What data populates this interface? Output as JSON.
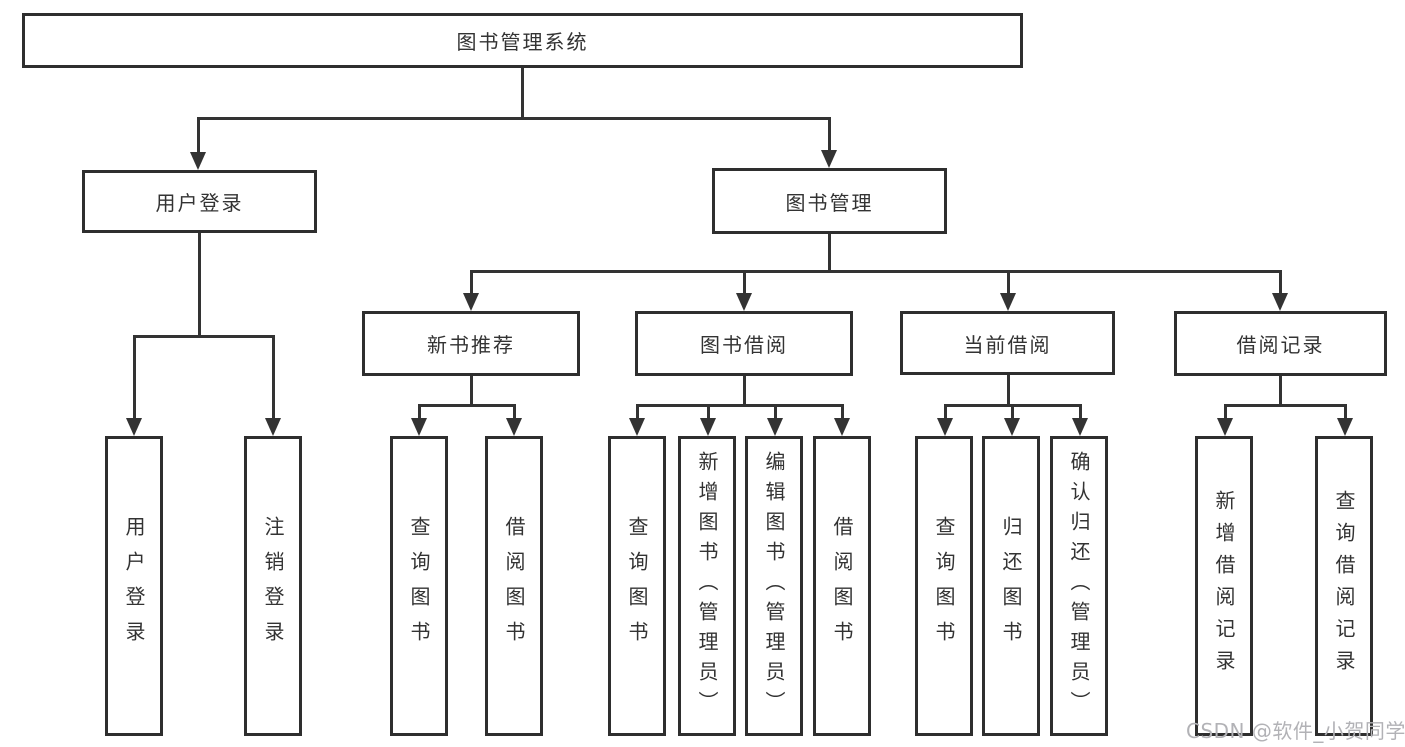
{
  "diagram": {
    "title": "图书管理系统",
    "branches": [
      {
        "label": "用户登录",
        "children": [
          "用户登录",
          "注销登录"
        ]
      },
      {
        "label": "图书管理",
        "sections": [
          {
            "label": "新书推荐",
            "children": [
              "查询图书",
              "借阅图书"
            ]
          },
          {
            "label": "图书借阅",
            "children": [
              "查询图书",
              "新增图书（管理员）",
              "编辑图书（管理员）",
              "借阅图书"
            ]
          },
          {
            "label": "当前借阅",
            "children": [
              "查询图书",
              "归还图书",
              "确认归还（管理员）"
            ]
          },
          {
            "label": "借阅记录",
            "children": [
              "新增借阅记录",
              "查询借阅记录"
            ]
          }
        ]
      }
    ]
  },
  "watermark": {
    "text": "CSDN @软件_小贺同学"
  },
  "colors": {
    "line": "#333333",
    "border": "#2e2e2e",
    "text": "#333333",
    "watermark": "#b2b2b6",
    "background": "#ffffff"
  }
}
